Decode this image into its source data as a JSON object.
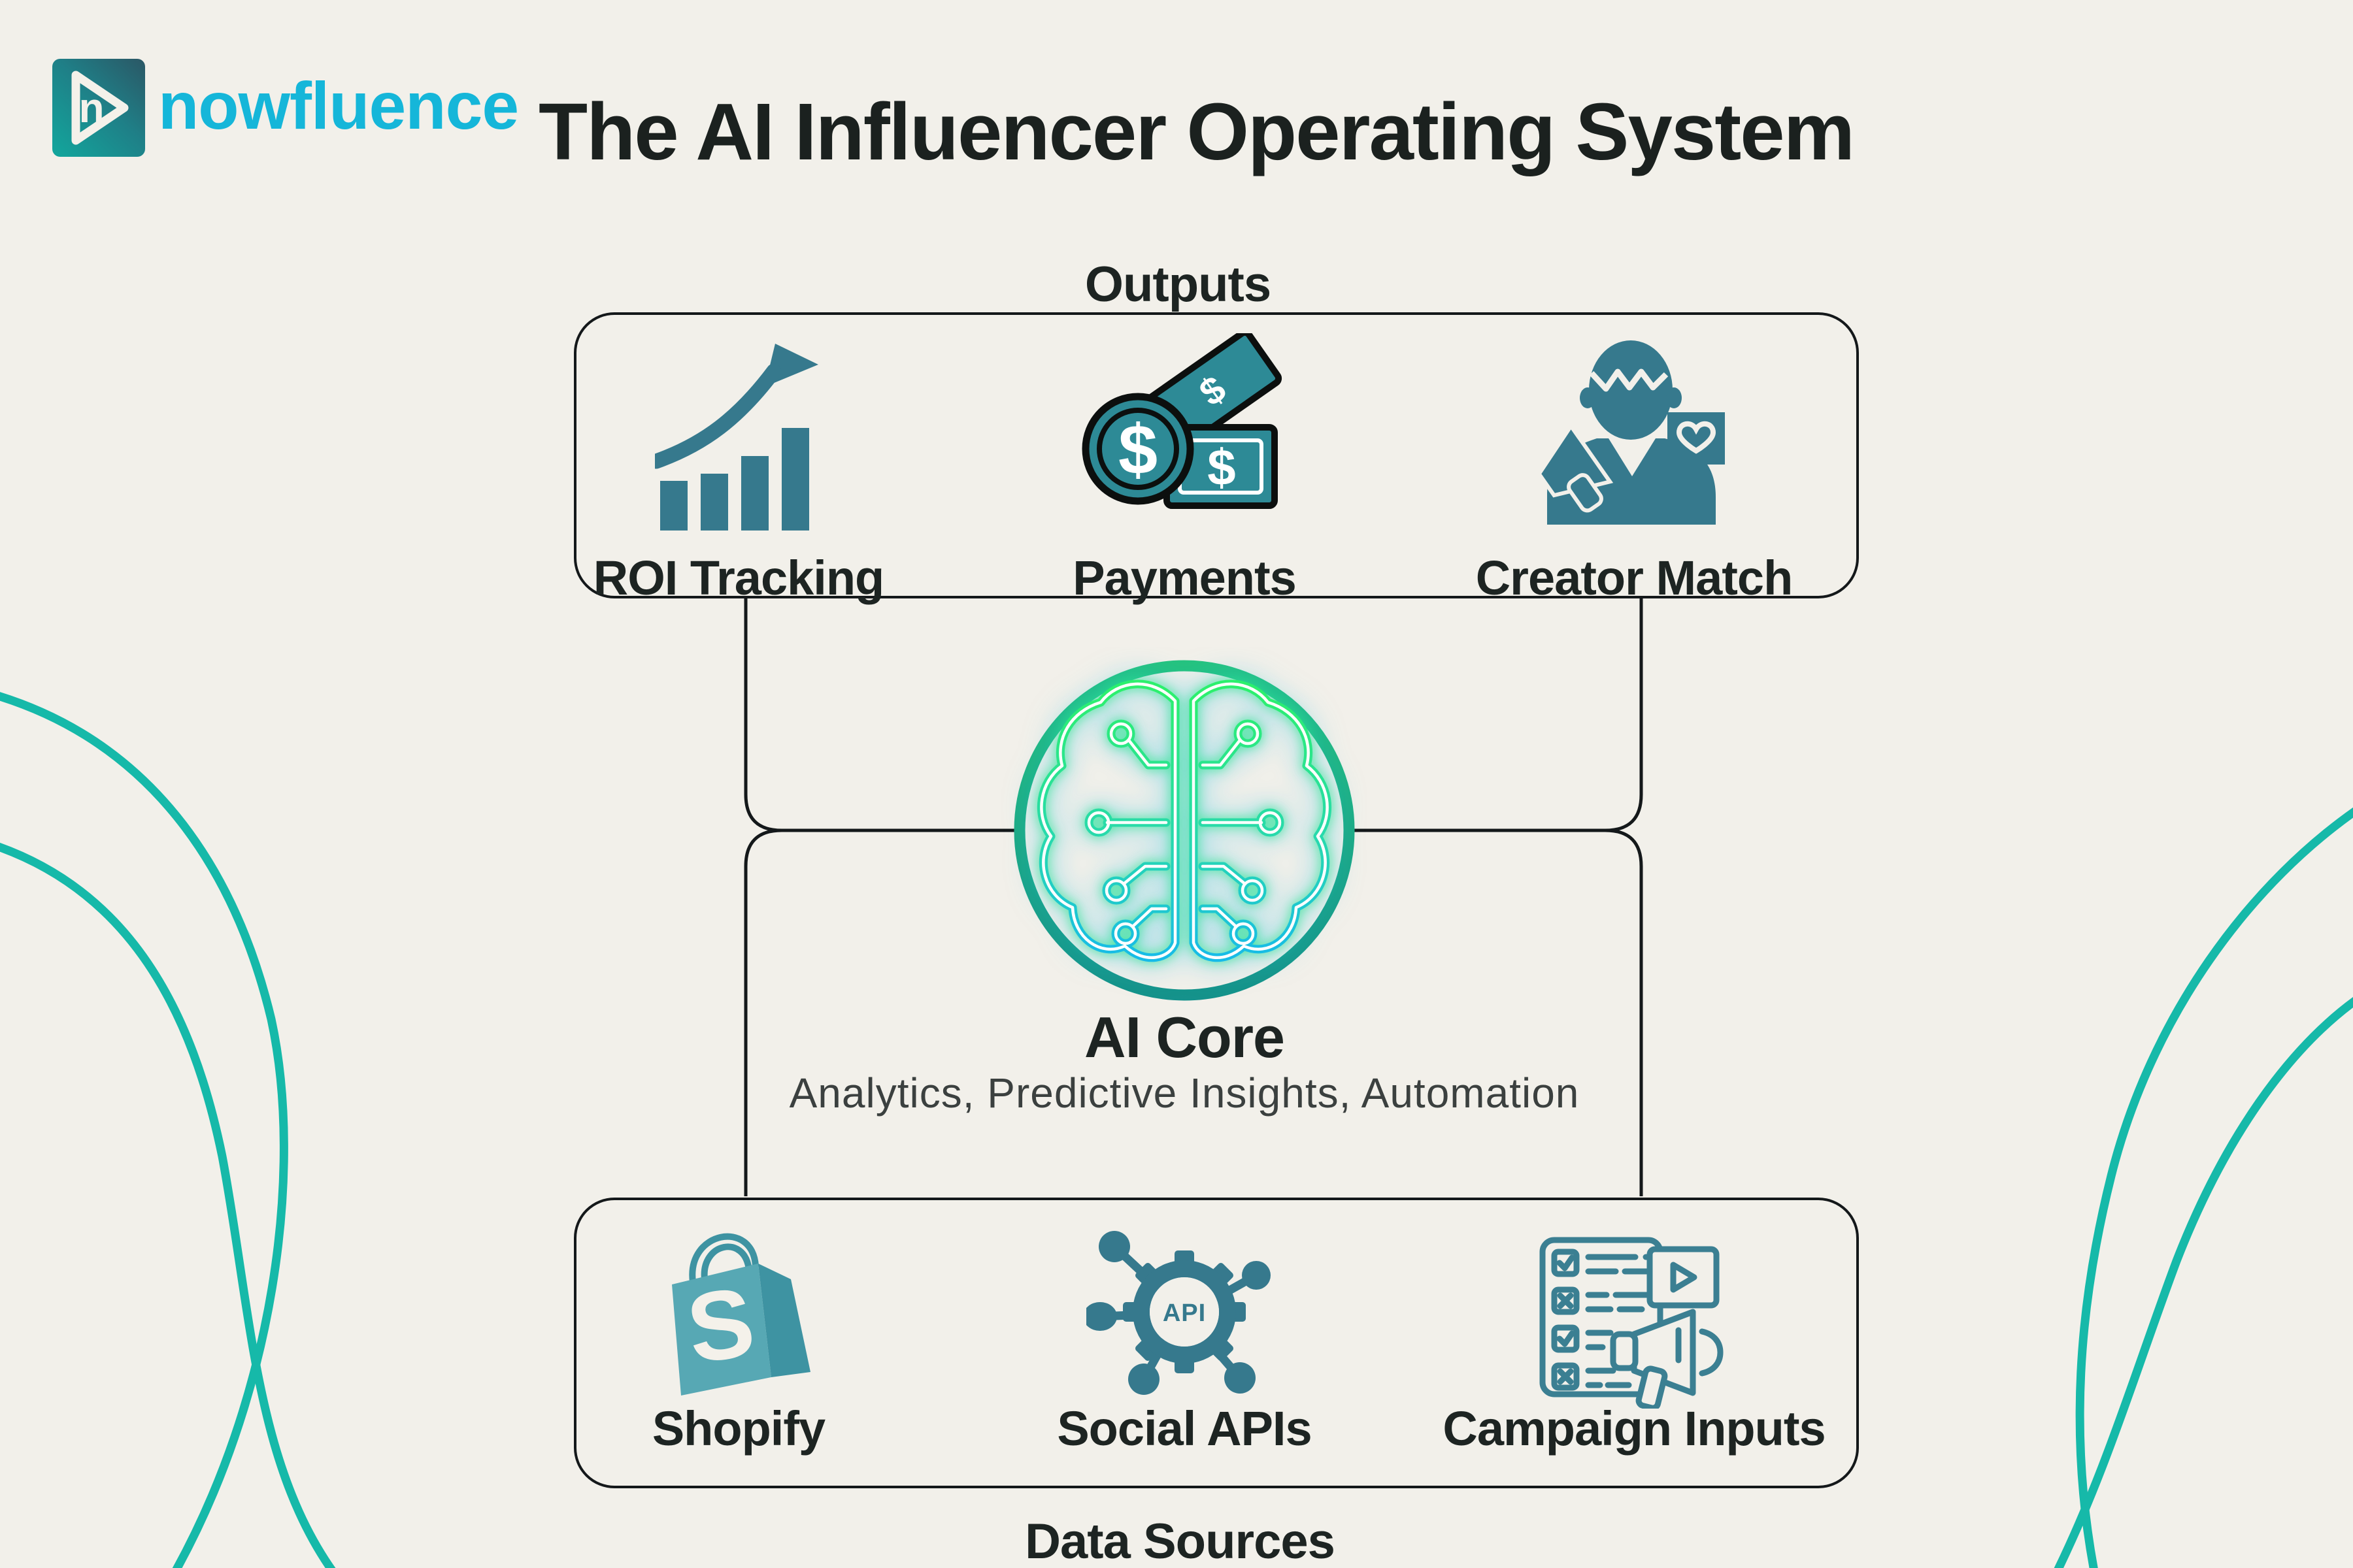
{
  "brand": {
    "wordmark": "nowfluence",
    "logo_letter": "n",
    "wordmark_color": "#15b6d9"
  },
  "header": {
    "title": "The AI Influencer Operating System"
  },
  "outputs": {
    "section_label": "Outputs",
    "items": [
      {
        "label": "ROI Tracking",
        "icon": "growth-arrow-bar-chart"
      },
      {
        "label": "Payments",
        "icon": "coin-and-banknotes",
        "currency_symbol": "$"
      },
      {
        "label": "Creator Match",
        "icon": "creator-with-megaphone-and-heart"
      }
    ]
  },
  "ai_core": {
    "label": "AI Core",
    "subtitle": "Analytics, Predictive Insights, Automation",
    "icon": "neon-circuit-brain"
  },
  "data_sources": {
    "section_label": "Data Sources",
    "items": [
      {
        "label": "Shopify",
        "icon": "shopify-bag",
        "bag_letter": "S"
      },
      {
        "label": "Social APIs",
        "icon": "api-gear-network",
        "icon_text": "API"
      },
      {
        "label": "Campaign Inputs",
        "icon": "campaign-checklist-megaphone"
      }
    ]
  },
  "colors": {
    "background": "#f2f0ea",
    "ink": "#1d2422",
    "border": "#14181a",
    "icon_teal": "#36798d",
    "payments_teal": "#2d8a96",
    "brand_cyan": "#15b6d9",
    "decor_teal": "#16b9a9",
    "ring_gradient_top": "#26c57e",
    "ring_gradient_bottom": "#14908c",
    "brain_gradient_top": "#2cf06d",
    "brain_gradient_bottom": "#15b8ee",
    "shopify_front": "#57a8b4",
    "shopify_side": "#3e93a2"
  }
}
